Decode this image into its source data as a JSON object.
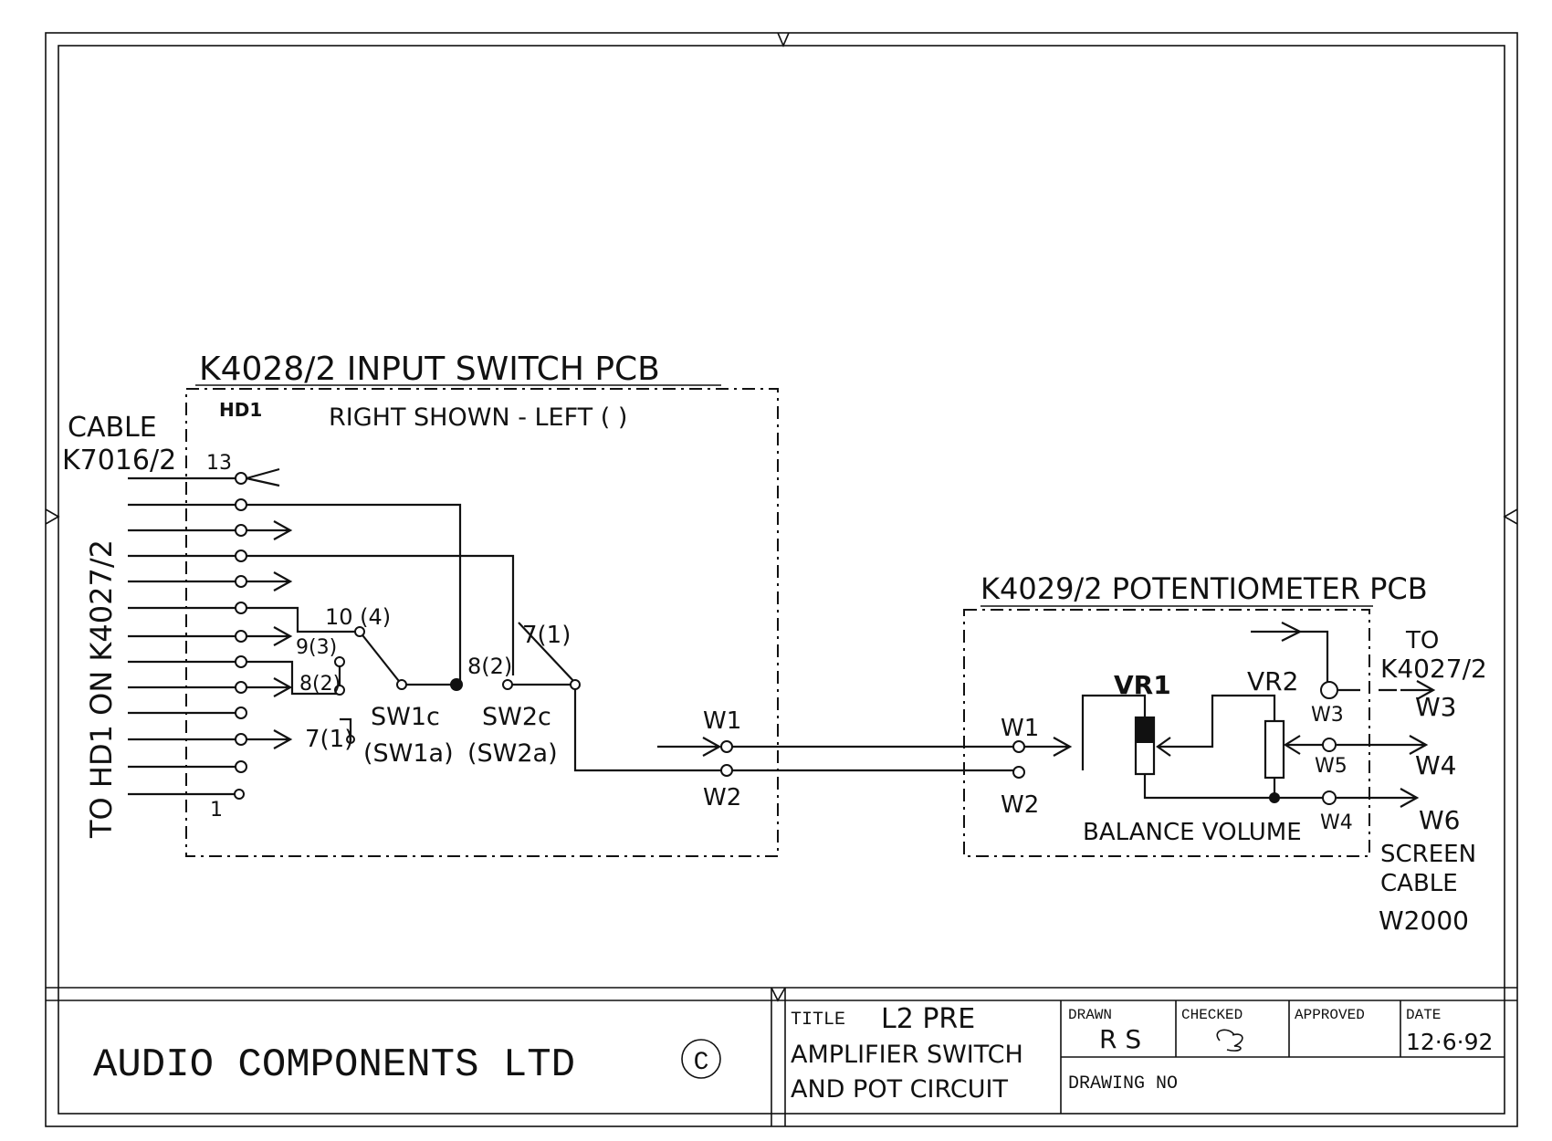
{
  "header": {
    "board1_title": "K4028/2 INPUT SWITCH PCB",
    "board1_sub": "RIGHT SHOWN - LEFT ( )",
    "hd1": "HD1",
    "cable": "CABLE",
    "cable_ref": "K7016/2",
    "side_label": "TO HD1 ON K4027/2",
    "board2_title": "K4029/2 POTENTIOMETER PCB"
  },
  "pins": {
    "pin13": "13",
    "pin1": "1",
    "p10": "10 (4)",
    "p9": "9(3)",
    "p8a": "8(2)",
    "p7a": "7(1)",
    "p8b": "8(2)",
    "p7b": "7(1)",
    "sw1": "SW1c",
    "sw1a": "(SW1a)",
    "sw2": "SW2c",
    "sw2a": "(SW2a)"
  },
  "wires": {
    "w1_left": "W1",
    "w2_left": "W2",
    "w1_right": "W1",
    "w2_right": "W2",
    "w3_in": "W3",
    "w5_in": "W5",
    "w4_in": "W4",
    "vr1": "VR1",
    "vr2": "VR2",
    "balance_volume": "BALANCE  VOLUME",
    "to": "TO",
    "to_ref": "K4027/2",
    "out_w3": "W3",
    "out_w4": "W4",
    "out_w6": "W6",
    "screen": "SCREEN",
    "screen_cable": "CABLE",
    "w2000": "W2000"
  },
  "title_block": {
    "company": "AUDIO COMPONENTS LTD",
    "copyright_symbol": "C",
    "title_label": "TITLE",
    "title_line1": "L2  PRE",
    "title_line2": "AMPLIFIER SWITCH",
    "title_line3": "AND POT CIRCUIT",
    "drawn_label": "DRAWN",
    "drawn_value": "R S",
    "checked_label": "CHECKED",
    "approved_label": "APPROVED",
    "date_label": "DATE",
    "date_value": "12·6·92",
    "drawing_no_label": "DRAWING NO"
  }
}
